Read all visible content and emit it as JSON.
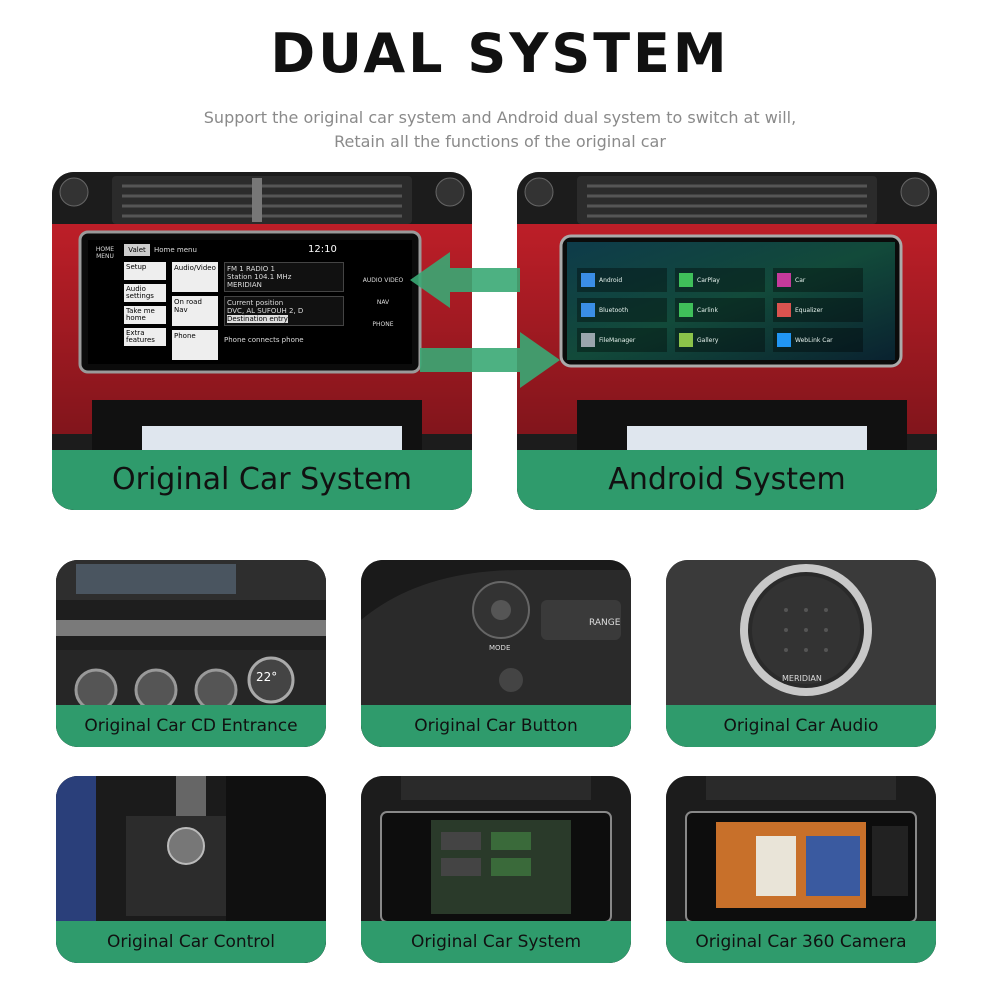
{
  "header": {
    "title": "DUAL SYSTEM",
    "subtitle_line1": "Support the original car system and Android dual system to switch at will,",
    "subtitle_line2": "Retain all the functions of the original car"
  },
  "main_panels": {
    "left_caption": "Original Car System",
    "right_caption": "Android System"
  },
  "original_screen": {
    "menu_left": [
      "HOME MENU",
      "",
      "",
      ""
    ],
    "header_tab": "Valet",
    "header_label": "Home menu",
    "clock": "12:10",
    "buttons_col1": [
      "Setup",
      "Audio settings",
      "Take me home",
      "Extra features"
    ],
    "tile_audio": "Audio/Video",
    "tile_road": "On road Nav",
    "tile_phone": "Phone",
    "radio_fm": "FM 1",
    "radio_name": "RADIO 1",
    "radio_station": "Station",
    "radio_freq": "104.1 MHz",
    "radio_sub": "MERIDIAN",
    "current_pos": "Current position",
    "road": "DVC, AL SUFOUH 2, D",
    "destination": "Destination entry",
    "phone_msg": "Phone connects phone",
    "right_menu": [
      "",
      "AUDIO VIDEO",
      "NAV",
      "PHONE"
    ]
  },
  "android_screen": {
    "apps": [
      "Android",
      "CarPlay",
      "Car",
      "Bluetooth",
      "Carlink",
      "Equalizer",
      "FileManager",
      "Gallery",
      "WebLink Car"
    ]
  },
  "thumbnails": [
    {
      "caption": "Original Car CD Entrance",
      "temp": "22°"
    },
    {
      "caption": "Original Car Button",
      "badge": "RANGE",
      "mode": "MODE"
    },
    {
      "caption": "Original Car Audio",
      "badge": "MERIDIAN"
    },
    {
      "caption": "Original Car Control"
    },
    {
      "caption": "Original Car System"
    },
    {
      "caption": "Original Car 360 Camera"
    }
  ],
  "colors": {
    "caption_green": "#2f9b6c",
    "interior_red": "#c7202a",
    "arrow_green": "#3aa974"
  }
}
